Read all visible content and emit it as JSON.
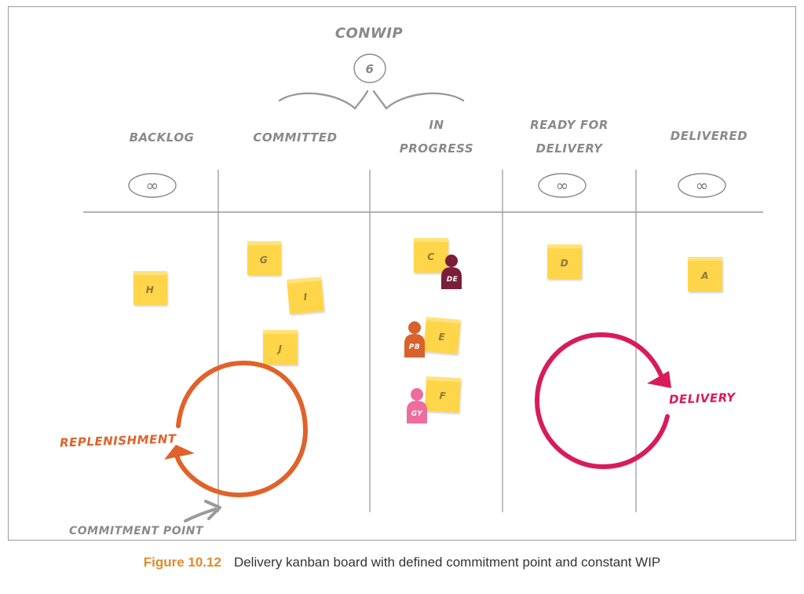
{
  "conwip": {
    "label": "CONWIP",
    "limit": "6"
  },
  "columns": [
    {
      "line1": "BACKLOG",
      "line2": "",
      "limit": "∞"
    },
    {
      "line1": "COMMITTED",
      "line2": "",
      "limit": ""
    },
    {
      "line1": "IN",
      "line2": "PROGRESS",
      "limit": ""
    },
    {
      "line1": "READY FOR",
      "line2": "DELIVERY",
      "limit": "∞"
    },
    {
      "line1": "DELIVERED",
      "line2": "",
      "limit": "∞"
    }
  ],
  "cards": [
    "H",
    "G",
    "I",
    "J",
    "C",
    "E",
    "F",
    "D",
    "A"
  ],
  "people": [
    "DE",
    "PB",
    "GY"
  ],
  "loops": {
    "replenishment": "REPLENISHMENT",
    "delivery": "DELIVERY"
  },
  "commitment_point": "COMMITMENT POINT",
  "colors": {
    "sticky": "#ffd54a",
    "replenishment": "#e0622a",
    "delivery": "#d81b5a",
    "person_de": "#7a1e3a",
    "person_pb": "#d8612e",
    "person_gy": "#ec6d9e",
    "accent": "#e08a2c"
  },
  "caption": {
    "figure": "Figure 10.12",
    "text": "Delivery kanban board with defined commitment point and constant WIP"
  }
}
